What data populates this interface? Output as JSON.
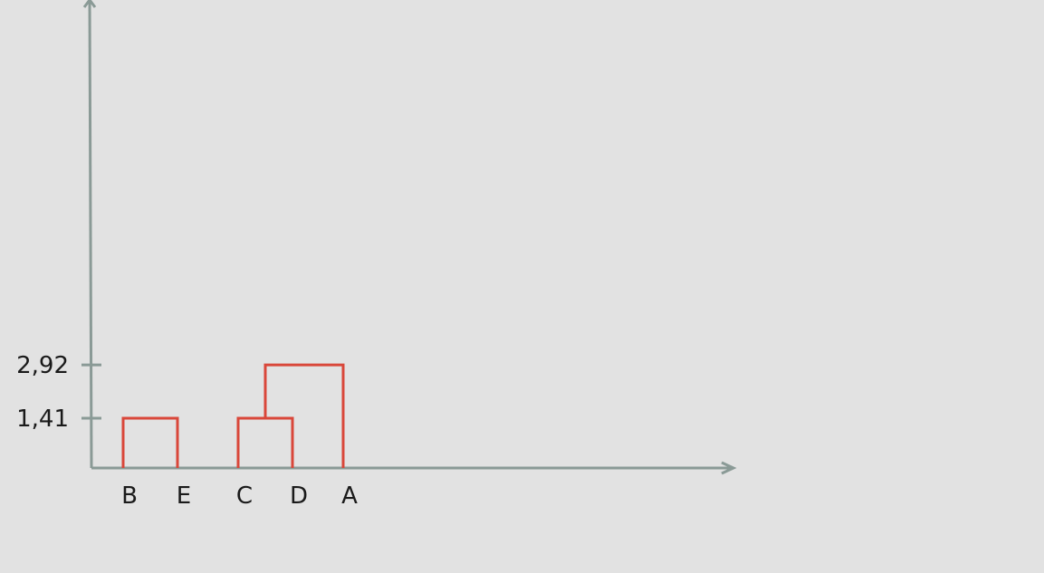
{
  "chart_data": {
    "type": "dendrogram",
    "leaves": [
      "B",
      "E",
      "C",
      "D",
      "A"
    ],
    "y_ticks": [
      {
        "value": 1.41,
        "label": "1,41"
      },
      {
        "value": 2.92,
        "label": "2,92"
      }
    ],
    "merges": [
      {
        "left": "B",
        "right": "E",
        "height": 1.41
      },
      {
        "left": "C",
        "right": "D",
        "height": 1.41
      },
      {
        "left": "CD",
        "right": "A",
        "height": 2.92
      }
    ],
    "colors": {
      "axis": "#8a9a96",
      "link": "#d9473a",
      "background": "#e2e2e2"
    }
  }
}
